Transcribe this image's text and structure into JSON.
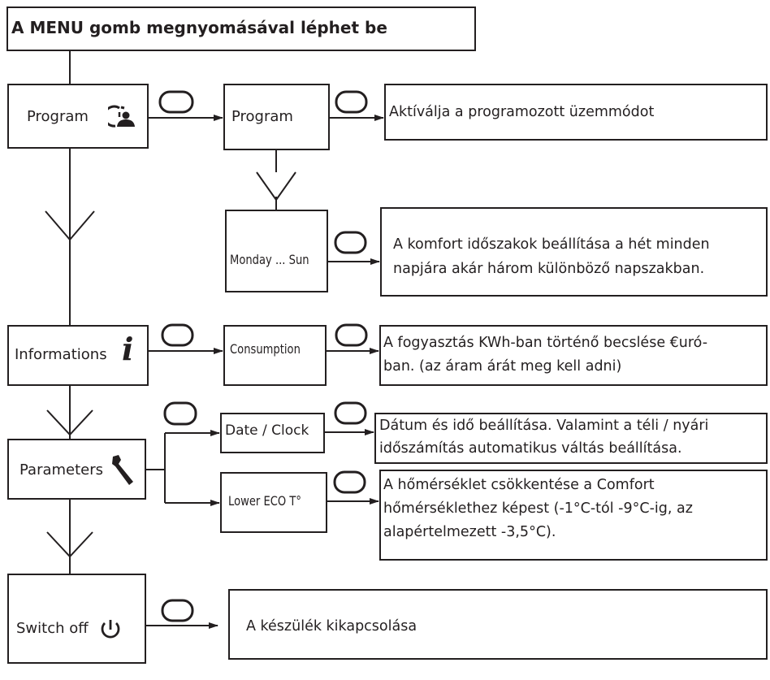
{
  "header": {
    "bold": "A MENU",
    "rest": " gomb megnyomásával léphet be"
  },
  "main_menu": {
    "program": "Program",
    "informations": "Informations",
    "parameters": "Parameters",
    "switch_off": "Switch off"
  },
  "submenu": {
    "program": "Program",
    "days": "Monday ... Sun",
    "consumption": "Consumption",
    "date_clock": "Date / Clock",
    "lower_eco": "Lower ECO T°"
  },
  "descriptions": {
    "program": "Aktíválja a programozott üzemmódot",
    "days_1": "A komfort időszakok beállítása a hét minden",
    "days_2": "napjára akár három különböző napszakban.",
    "consumption_1": "A fogyasztás KWh-ban történő becslése €uró-",
    "consumption_2": "ban. (az áram árát meg kell adni)",
    "date_1": "Dátum és idő beállítása. Valamint a téli / nyári",
    "date_2": "időszámítás automatikus váltás beállítása.",
    "eco_1": "A hőmérséklet csökkentése a Comfort",
    "eco_2": "hőmérséklethez képest (-1°C-tól -9°C-ig, az",
    "eco_3": "alapértelmezett -3,5°C).",
    "switch_off": "A készülék kikapcsolása"
  },
  "icons": {
    "ok_button": "ok-button-symbol",
    "down": "down-chevron",
    "arrow": "right-arrow",
    "program": "clock-person-icon",
    "info": "info-icon",
    "wrench": "wrench-icon",
    "power": "power-icon"
  },
  "colors": {
    "line": "#231f20",
    "background": "#ffffff"
  }
}
